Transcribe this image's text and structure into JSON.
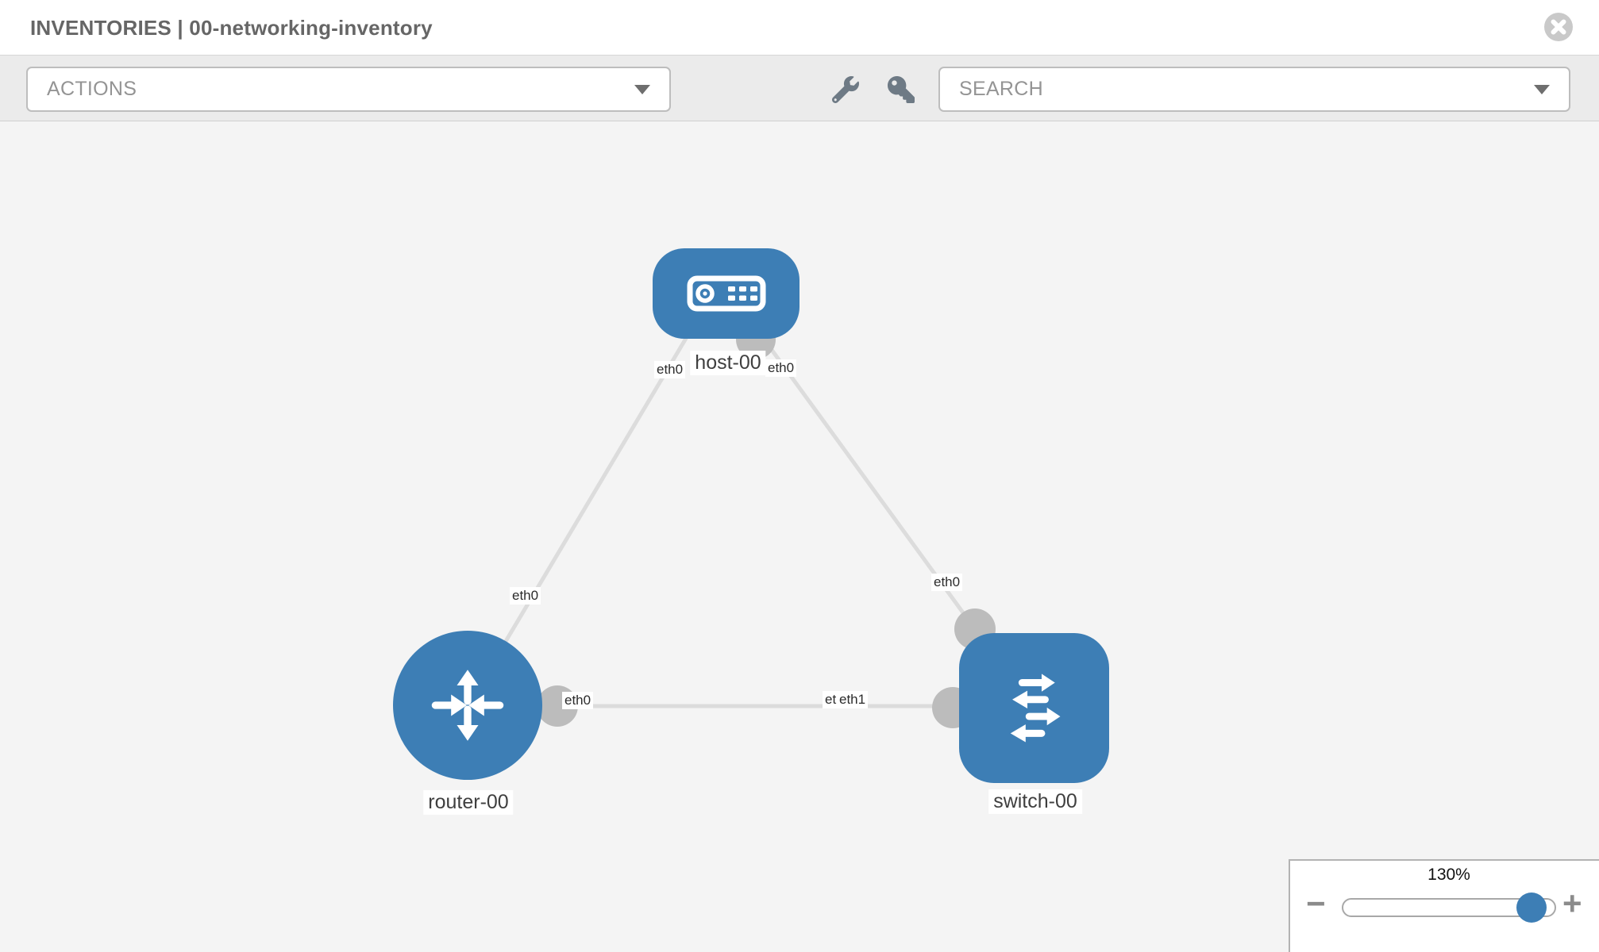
{
  "header": {
    "title": "INVENTORIES | 00-networking-inventory"
  },
  "toolbar": {
    "actions_label": "ACTIONS",
    "search_label": "SEARCH"
  },
  "canvas": {
    "nodes": [
      {
        "name": "host-00",
        "type": "host"
      },
      {
        "name": "router-00",
        "type": "router"
      },
      {
        "name": "switch-00",
        "type": "switch"
      }
    ],
    "links": [
      {
        "from": "host-00",
        "to": "router-00",
        "from_label": "eth0",
        "to_label": "eth0"
      },
      {
        "from": "host-00",
        "to": "switch-00",
        "from_label": "eth0",
        "to_label": "eth0"
      },
      {
        "from": "router-00",
        "to": "switch-00",
        "from_label": "eth0",
        "to_label_back": "eth0",
        "to_label_front": "eth1"
      }
    ]
  },
  "zoom_control": {
    "level": "130%",
    "zoom_out_label": "−",
    "zoom_in_label": "+"
  },
  "colors": {
    "node_blue": "#3d7eb5",
    "link_gray": "#dcdcdc",
    "dot_gray": "#bcbcbc",
    "slider_thumb_blue": "#3d7eb5"
  }
}
